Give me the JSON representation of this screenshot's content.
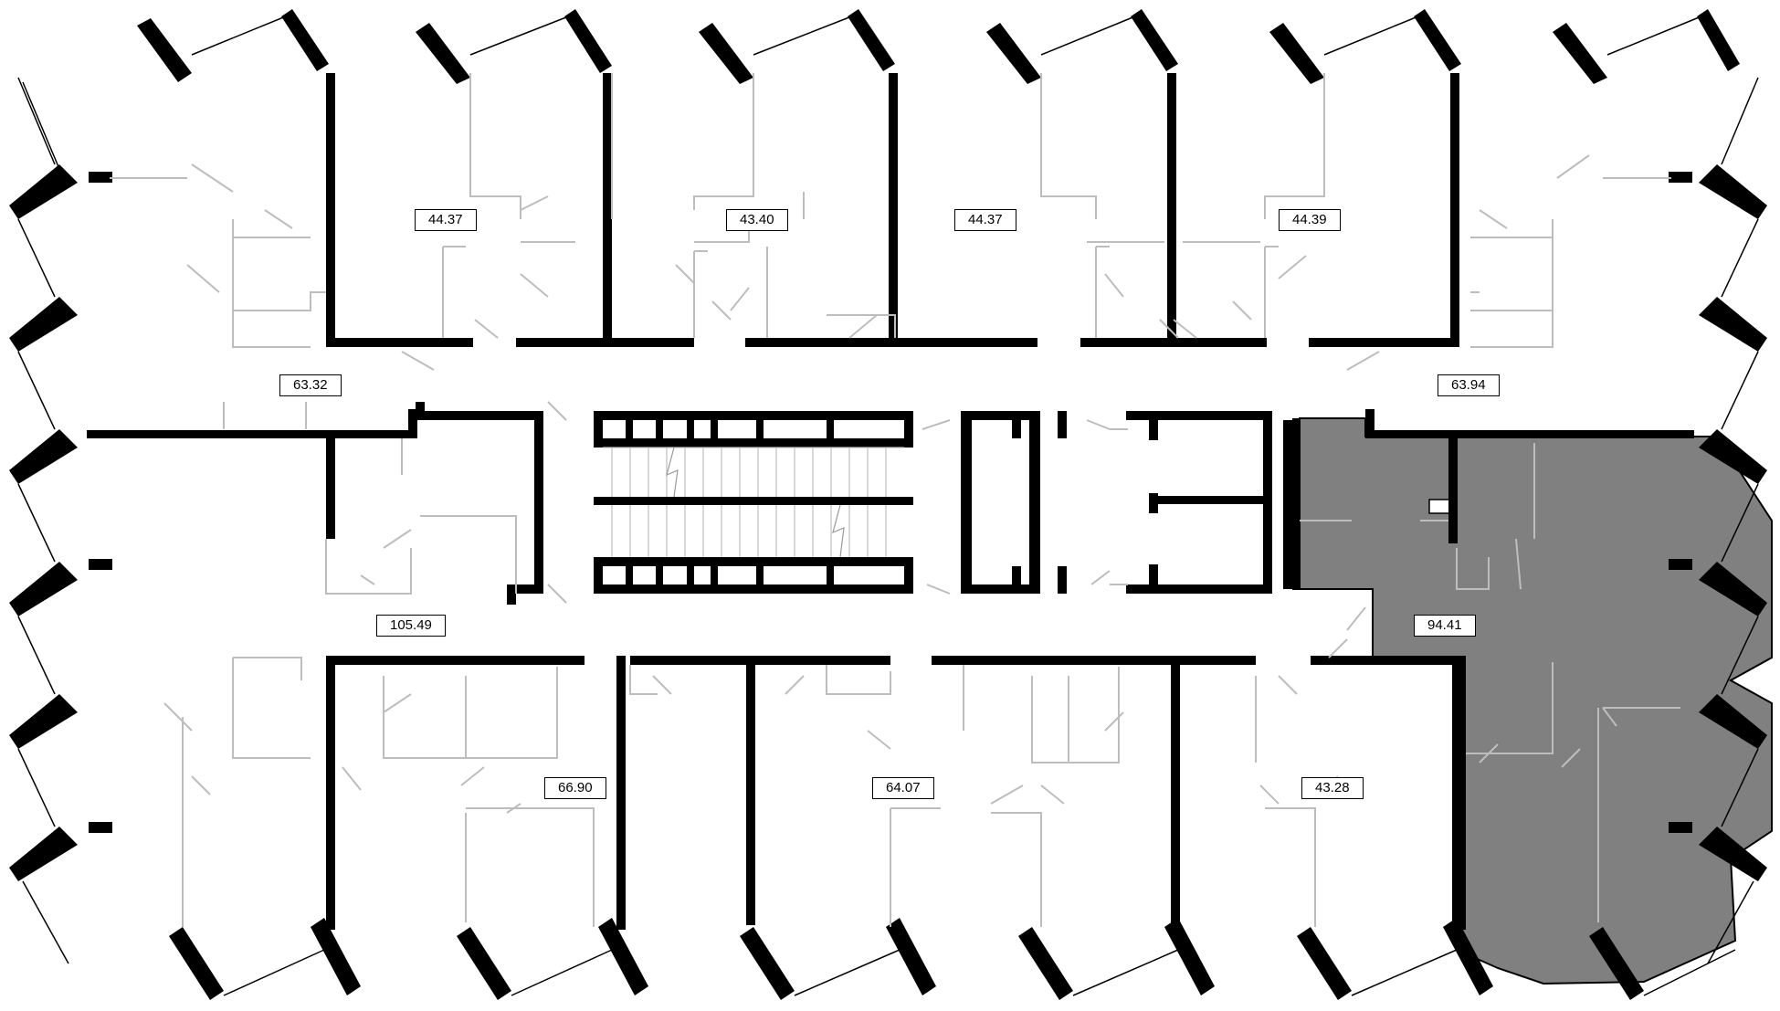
{
  "colors": {
    "selected_unit_fill": "#808080",
    "wall": "#000000",
    "partition": "#bdbdbd",
    "background": "#ffffff"
  },
  "selected_unit": "94.41",
  "units": [
    {
      "id": "u-top-1",
      "area": "44.37"
    },
    {
      "id": "u-top-2",
      "area": "43.40"
    },
    {
      "id": "u-top-3",
      "area": "44.37"
    },
    {
      "id": "u-top-4",
      "area": "44.39"
    },
    {
      "id": "u-left-upper",
      "area": "63.32"
    },
    {
      "id": "u-right-upper",
      "area": "63.94"
    },
    {
      "id": "u-left-lower",
      "area": "105.49"
    },
    {
      "id": "u-right-lower",
      "area": "94.41"
    },
    {
      "id": "u-bottom-1",
      "area": "66.90"
    },
    {
      "id": "u-bottom-2",
      "area": "64.07"
    },
    {
      "id": "u-bottom-3",
      "area": "43.28"
    }
  ]
}
